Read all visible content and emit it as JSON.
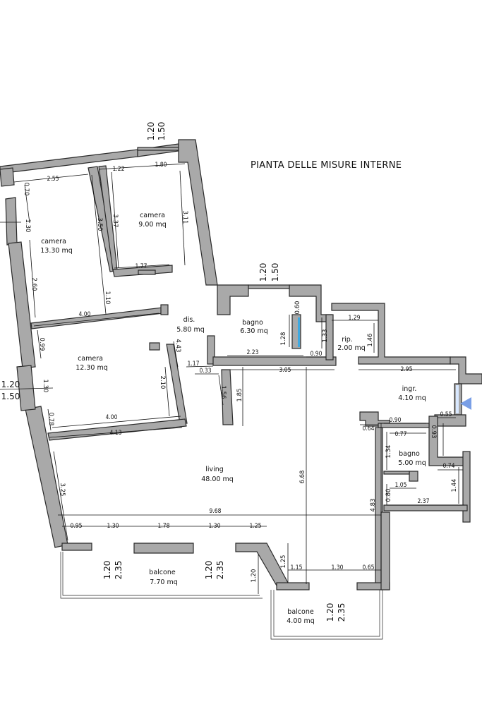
{
  "title": "PIANTA DELLE MISURE INTERNE",
  "rooms": {
    "camera_a": {
      "name": "camera",
      "area": "9.00 mq"
    },
    "camera_b": {
      "name": "camera",
      "area": "13.30 mq"
    },
    "camera_c": {
      "name": "camera",
      "area": "12.30 mq"
    },
    "dis": {
      "name": "dis.",
      "area": "5.80 mq"
    },
    "bagno_a": {
      "name": "bagno",
      "area": "6.30 mq"
    },
    "rip": {
      "name": "rip.",
      "area": "2.00 mq"
    },
    "ingr": {
      "name": "ingr.",
      "area": "4.10 mq"
    },
    "bagno_b": {
      "name": "bagno",
      "area": "5.00 mq"
    },
    "living": {
      "name": "living",
      "area": "48.00 mq"
    },
    "balcone_a": {
      "name": "balcone",
      "area": "7.70 mq"
    },
    "balcone_b": {
      "name": "balcone",
      "area": "4.00 mq"
    }
  },
  "openings": {
    "o1_w": "1.20",
    "o1_h": "1.50",
    "o2_w": "1.20",
    "o2_h": "1.50",
    "o3_w": "1.20",
    "o3_h": "1.50",
    "o4_w": "1.20",
    "o4_h": "2.35",
    "o5_w": "1.20",
    "o5_h": "2.35",
    "o6_w": "1.20",
    "o6_h": "2.35"
  },
  "dims": {
    "d_255": "2.55",
    "d_070": "0.70",
    "d_130a": "1.30",
    "d_122": "1.22",
    "d_180": "1.80",
    "d_337": "3.37",
    "d_311": "3.11",
    "d_350": "3.50",
    "d_177": "1.77",
    "d_260": "2.60",
    "d_110": "1.10",
    "d_400a": "4.00",
    "d_099": "0.99",
    "d_130b": "1.30",
    "d_078": "0.78",
    "d_400b": "4.00",
    "d_210": "2.10",
    "d_443": "4.43",
    "d_117": "1.17",
    "d_033": "0.33",
    "d_156": "1.56",
    "d_060": "0.60",
    "d_128": "1.28",
    "d_133": "1.33",
    "d_223": "2.23",
    "d_090a": "0.90",
    "d_129": "1.29",
    "d_146": "1.46",
    "d_305": "3.05",
    "d_295": "2.95",
    "d_185": "1.85",
    "d_413": "4.13",
    "d_055": "0.55",
    "d_064": "0.64",
    "d_090b": "0.90",
    "d_077": "0.77",
    "d_093": "0.93",
    "d_134": "1.34",
    "d_074": "0.74",
    "d_105": "1.05",
    "d_144": "1.44",
    "d_080": "0.80",
    "d_237": "2.37",
    "d_668": "6.68",
    "d_483": "4.83",
    "d_325": "3.25",
    "d_968": "9.68",
    "d_095": "0.95",
    "d_130c": "1.30",
    "d_178": "1.78",
    "d_130d": "1.30",
    "d_125a": "1.25",
    "d_125b": "1.25",
    "d_115": "1.15",
    "d_130e": "1.30",
    "d_065": "0.65",
    "d_120": "1.20"
  },
  "colors": {
    "wall": "#a9a9a9",
    "outline": "#2a2a2a",
    "entry_arrow": "#7a9fe6",
    "glass": "#3fa9e0"
  },
  "icons": {
    "entry": "entry-arrow-icon"
  }
}
